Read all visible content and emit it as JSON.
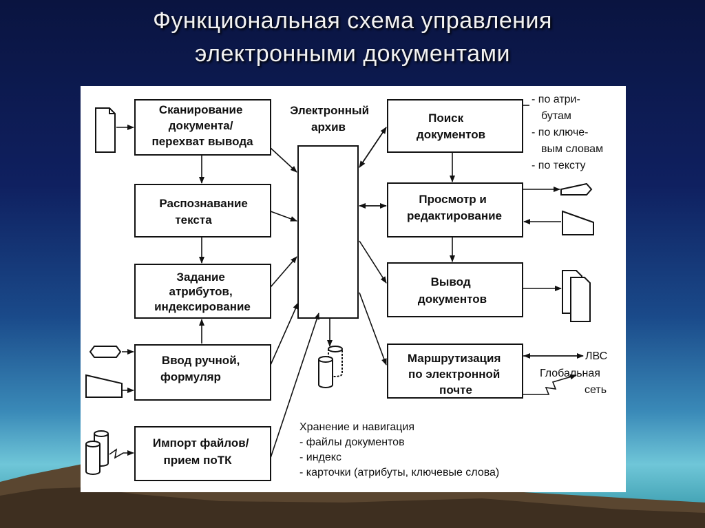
{
  "title": {
    "line1": "Функциональная схема управления",
    "line2": "электронными документами"
  },
  "archive": {
    "line1": "Электронный",
    "line2": "архив"
  },
  "left_boxes": [
    {
      "lines": [
        "Сканирование",
        "документа/",
        "перехват вывода"
      ]
    },
    {
      "lines": [
        "Распознавание",
        "текста"
      ]
    },
    {
      "lines": [
        "Задание",
        "атрибутов,",
        "индексирование"
      ]
    },
    {
      "lines": [
        "Ввод ручной,",
        "формуляр"
      ]
    },
    {
      "lines": [
        "Импорт файлов/",
        "прием поТК"
      ]
    }
  ],
  "right_boxes": [
    {
      "lines": [
        "Поиск",
        "документов"
      ]
    },
    {
      "lines": [
        "Просмотр и",
        "редактирование"
      ]
    },
    {
      "lines": [
        "Вывод",
        "документов"
      ]
    },
    {
      "lines": [
        "Маршрутизация",
        "по электронной",
        "почте"
      ]
    }
  ],
  "search_notes": [
    "- по атри-",
    "бутам",
    "- по ключе-",
    "вым словам",
    "- по тексту"
  ],
  "network_labels": {
    "lan": "ЛВС",
    "global_line1": "Глобальная",
    "global_line2": "сеть"
  },
  "storage_notes": [
    "Хранение и навигация",
    "- файлы документов",
    "- индекс",
    "- карточки (атрибуты, ключевые слова)"
  ]
}
